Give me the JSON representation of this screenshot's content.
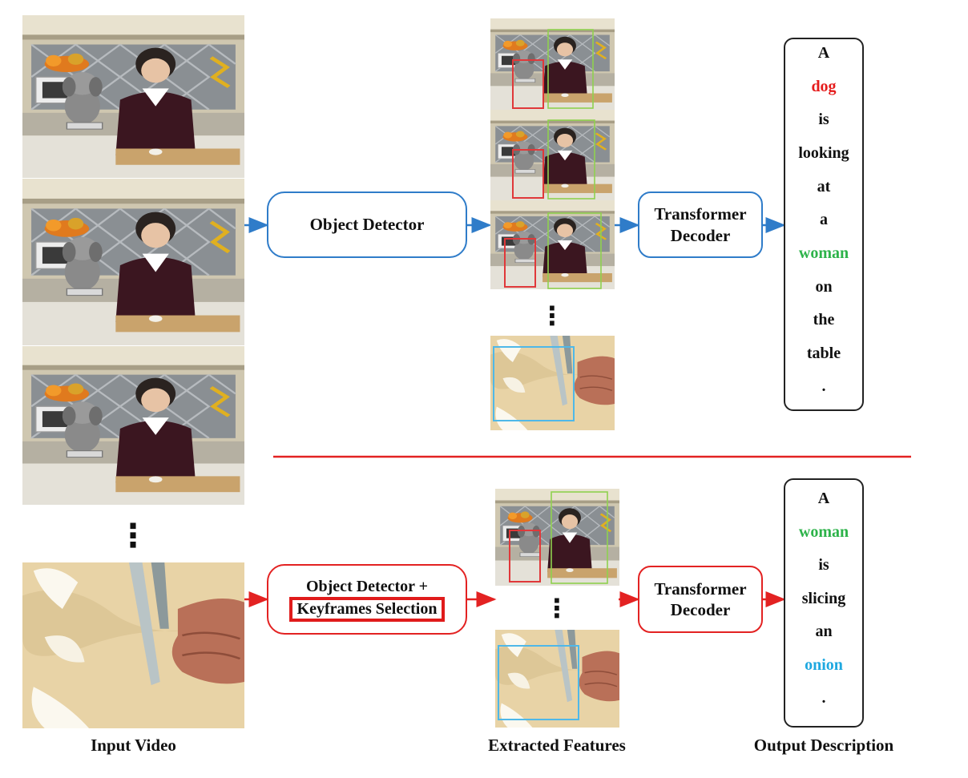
{
  "colors": {
    "blue": "#2f7cc9",
    "red": "#e32222",
    "dog_word": "#e51c1c",
    "woman_word": "#2db34a",
    "onion_word": "#1ea8e0",
    "det_red": "#e0383a",
    "det_green": "#8fd14f",
    "det_cyan": "#4fb8e8"
  },
  "top": {
    "module_label": "Object Detector",
    "decoder_line1": "Transformer",
    "decoder_line2": "Decoder",
    "description": [
      "A",
      "dog",
      "is",
      "looking",
      "at",
      "a",
      "woman",
      "on",
      "the",
      "table",
      "."
    ]
  },
  "bottom": {
    "module_line1": "Object Detector +",
    "module_line2": "Keyframes Selection",
    "decoder_line1": "Transformer",
    "decoder_line2": "Decoder",
    "description": [
      "A",
      "woman",
      "is",
      "slicing",
      "an",
      "onion",
      "."
    ]
  },
  "captions": {
    "input": "Input Video",
    "features": "Extracted Features",
    "output": "Output Description"
  },
  "ellipsis": "⋮"
}
